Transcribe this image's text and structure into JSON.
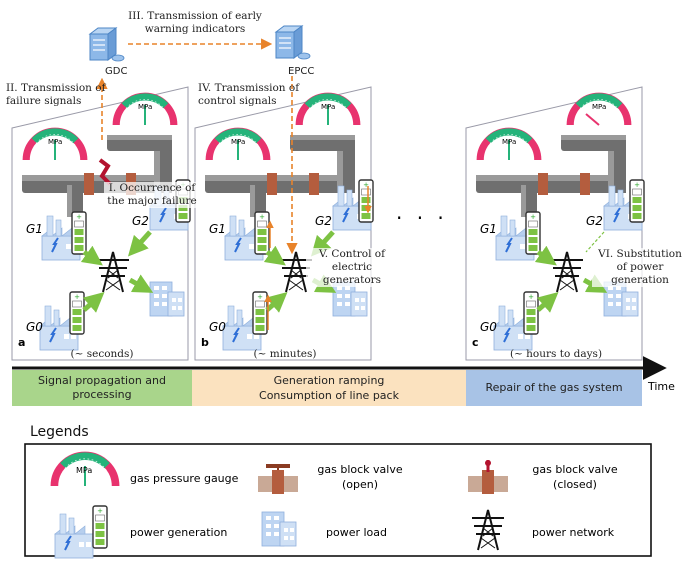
{
  "nodes": {
    "gdc": "GDC",
    "epcc": "EPCC"
  },
  "steps": {
    "s1": "I. Occurrence of the major failure",
    "s2": "II. Transmission of failure signals",
    "s3": "III. Transmission of early warning indicators",
    "s4": "IV. Transmission of control signals",
    "s5": "V. Control of electric generators",
    "s6": "VI. Substitution of power generation"
  },
  "panels": [
    {
      "letter": "a",
      "time": "(~ seconds)"
    },
    {
      "letter": "b",
      "time": "(~ minutes)"
    },
    {
      "letter": "c",
      "time": "(~ hours to days)"
    }
  ],
  "generators": {
    "g0": "G0",
    "g1": "G1",
    "g2": "G2"
  },
  "gauge_unit": "MPa",
  "ellipsis": "· · ·",
  "timeline": {
    "axis_label": "Time",
    "phase1": "Signal propagation and processing",
    "phase2a": "Generation ramping",
    "phase2b": "Consumption of line pack",
    "phase3": "Repair of the gas system"
  },
  "legend": {
    "title": "Legends",
    "gauge": "gas pressure gauge",
    "valve_open": "gas block valve (open)",
    "valve_closed": "gas block valve (closed)",
    "generation": "power generation",
    "load": "power load",
    "network": "power network"
  },
  "colors": {
    "arrow_orange": "#e8832a",
    "arrow_green": "#7dc243",
    "gauge_green": "#25b37a",
    "gauge_pink": "#e8336e",
    "phase1": "#a9d58b",
    "phase2": "#fbe2bf",
    "phase3": "#a8c3e6"
  }
}
